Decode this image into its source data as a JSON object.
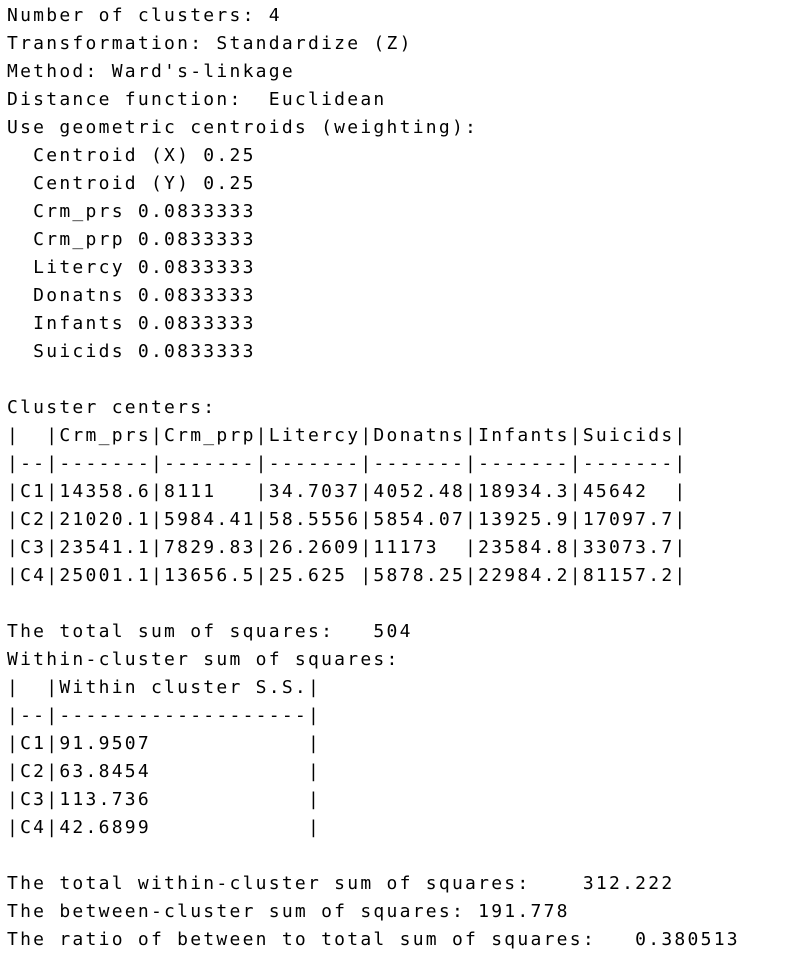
{
  "output": {
    "lines": [
      "Number of clusters: 4",
      "Transformation: Standardize (Z)",
      "Method: Ward's-linkage",
      "Distance function:  Euclidean",
      "Use geometric centroids (weighting):",
      "  Centroid (X) 0.25",
      "  Centroid (Y) 0.25",
      "  Crm_prs 0.0833333",
      "  Crm_prp 0.0833333",
      "  Litercy 0.0833333",
      "  Donatns 0.0833333",
      "  Infants 0.0833333",
      "  Suicids 0.0833333",
      "",
      "Cluster centers:",
      "|  |Crm_prs|Crm_prp|Litercy|Donatns|Infants|Suicids|",
      "|--|-------|-------|-------|-------|-------|-------|",
      "|C1|14358.6|8111   |34.7037|4052.48|18934.3|45642  |",
      "|C2|21020.1|5984.41|58.5556|5854.07|13925.9|17097.7|",
      "|C3|23541.1|7829.83|26.2609|11173  |23584.8|33073.7|",
      "|C4|25001.1|13656.5|25.625 |5878.25|22984.2|81157.2|",
      "",
      "The total sum of squares:   504",
      "Within-cluster sum of squares:",
      "|  |Within cluster S.S.|",
      "|--|-------------------|",
      "|C1|91.9507            |",
      "|C2|63.8454            |",
      "|C3|113.736            |",
      "|C4|42.6899            |",
      "",
      "The total within-cluster sum of squares:    312.222",
      "The between-cluster sum of squares: 191.778",
      "The ratio of between to total sum of squares:   0.380513"
    ]
  }
}
